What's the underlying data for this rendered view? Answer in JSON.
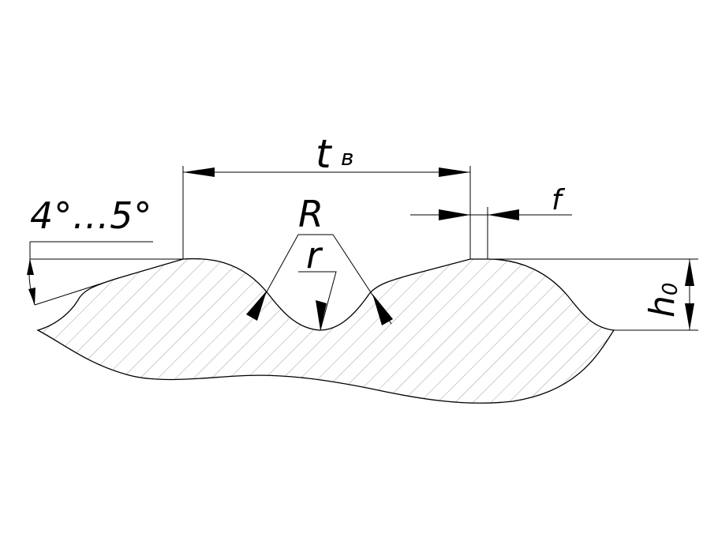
{
  "labels": {
    "pitch": "t",
    "pitch_subscript": "в",
    "big_radius": "R",
    "small_radius": "r",
    "flat": "f",
    "angle": "4°...5°",
    "height": "h",
    "height_subscript": "0"
  },
  "colors": {
    "line": "#000000",
    "hatch": "#888888",
    "background": "#ffffff"
  }
}
